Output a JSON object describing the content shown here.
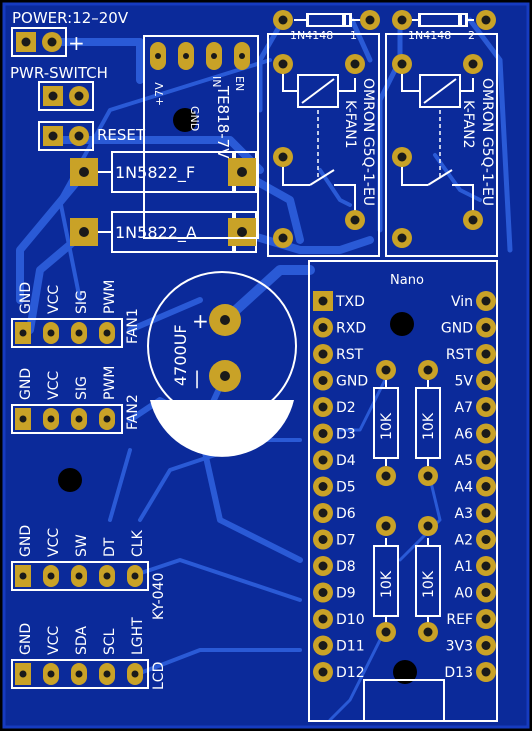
{
  "colors": {
    "background": "#000000",
    "board": "#0b2a9a",
    "board_edge": "#163bbf",
    "traces": "#2a5ad6",
    "silkscreen": "#ffffff",
    "pad": "#c9a227",
    "pad_hole": "#1a1a1a",
    "mount_hole": "#000000"
  },
  "power": {
    "label": "POWER:12–20V",
    "plus": "+"
  },
  "switches": {
    "pwr_switch": "PWR-SWITCH",
    "reset": "RESET"
  },
  "diodes": {
    "d1": "1N5822_F",
    "d2": "1N5822_A",
    "relay_diode_1": "1N4148",
    "relay_diode_1_num": "1",
    "relay_diode_2": "1N4148",
    "relay_diode_2_num": "2"
  },
  "regulator": {
    "name": "TE818-7V",
    "pins": [
      "+7V",
      "GND",
      "IN",
      "EN"
    ]
  },
  "relays": [
    {
      "part": "OMRON G5Q-1-EU",
      "name": "K-FAN1"
    },
    {
      "part": "OMRON G5Q-1-EU",
      "name": "K-FAN2"
    }
  ],
  "capacitor": {
    "value": "4700UF",
    "plus": "+",
    "minus": "|"
  },
  "fan1": {
    "pins": [
      "GND",
      "VCC",
      "SIG",
      "PWM"
    ],
    "name": "FAN1"
  },
  "fan2": {
    "pins": [
      "GND",
      "VCC",
      "SIG",
      "PWM"
    ],
    "name": "FAN2"
  },
  "encoder": {
    "pins": [
      "GND",
      "VCC",
      "SW",
      "DT",
      "CLK"
    ],
    "name": "KY-040"
  },
  "lcd": {
    "pins": [
      "GND",
      "VCC",
      "SDA",
      "SCL",
      "LGHT"
    ],
    "name": "LCD"
  },
  "nano": {
    "title": "Nano",
    "left_pins": [
      "TXD",
      "RXD",
      "RST",
      "GND",
      "D2",
      "D3",
      "D4",
      "D5",
      "D6",
      "D7",
      "D8",
      "D9",
      "D10",
      "D11",
      "D12"
    ],
    "right_pins": [
      "Vin",
      "GND",
      "RST",
      "5V",
      "A7",
      "A6",
      "A5",
      "A4",
      "A3",
      "A2",
      "A1",
      "A0",
      "REF",
      "3V3",
      "D13"
    ]
  },
  "resistors": [
    "10K",
    "10K",
    "10K",
    "10K"
  ]
}
